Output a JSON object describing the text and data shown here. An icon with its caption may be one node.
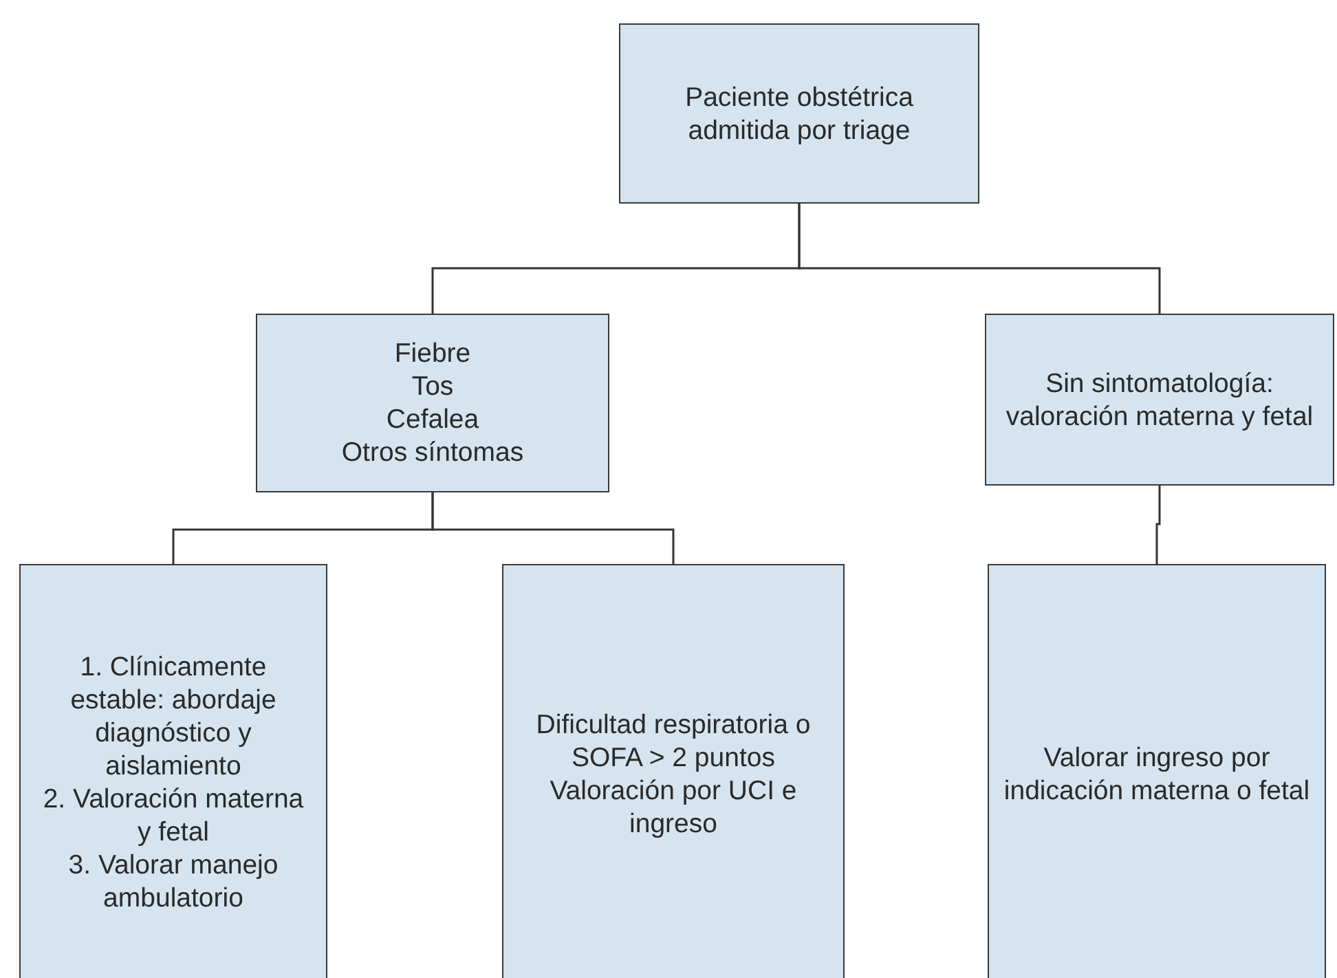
{
  "diagram": {
    "nodes": [
      {
        "text": [
          "Paciente obstétrica admitida por triage"
        ]
      },
      {
        "text": [
          "Fiebre",
          "Tos",
          "Cefalea",
          "Otros síntomas"
        ]
      },
      {
        "text": [
          "Sin sintomatología: valoración materna y fetal"
        ]
      },
      {
        "text": [
          "1. Clínicamente estable: abordaje diagnóstico y aislamiento",
          "2. Valoración materna y fetal",
          "3. Valorar manejo ambulatorio"
        ]
      },
      {
        "text": [
          "Dificultad respiratoria o SOFA > 2 puntos",
          "Valoración por UCI e ingreso"
        ]
      },
      {
        "text": [
          "Valorar ingreso por indicación materna o fetal"
        ]
      }
    ],
    "edges": [
      {
        "from": 0,
        "to": 1,
        "arrow": "none"
      },
      {
        "from": 0,
        "to": 2,
        "arrow": "none"
      },
      {
        "from": 1,
        "to": 3,
        "arrow": "none"
      },
      {
        "from": 1,
        "to": 4,
        "arrow": "none"
      },
      {
        "from": 2,
        "to": 5,
        "arrow": "none"
      }
    ]
  }
}
